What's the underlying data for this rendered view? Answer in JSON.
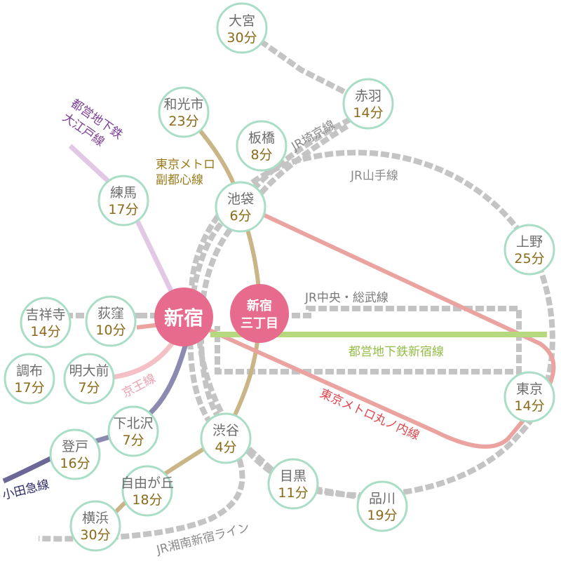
{
  "colors": {
    "jr": "#c4c4c4",
    "marunouchi": "#eba3a0",
    "shinjuku_line": "#b6d97f",
    "fukutoshin": "#c9b585",
    "oedo": "#e2c8e4",
    "odakyu": "#8c8ab0",
    "keio": "#f4c0c8",
    "hub": "#e66b8c",
    "station_ring": "#a9ddc6"
  },
  "hubs": {
    "shinjuku": "新宿",
    "shinjuku_sanchome_1": "新宿",
    "shinjuku_sanchome_2": "三丁目"
  },
  "stations": {
    "omiya": {
      "name": "大宮",
      "time": "30分"
    },
    "akabane": {
      "name": "赤羽",
      "time": "14分"
    },
    "wakoshi": {
      "name": "和光市",
      "time": "23分"
    },
    "itabashi": {
      "name": "板橋",
      "time": "8分"
    },
    "nerima": {
      "name": "練馬",
      "time": "17分"
    },
    "ikebukuro": {
      "name": "池袋",
      "time": "6分"
    },
    "ueno": {
      "name": "上野",
      "time": "25分"
    },
    "kichijoji": {
      "name": "吉祥寺",
      "time": "14分"
    },
    "ogikubo": {
      "name": "荻窪",
      "time": "10分"
    },
    "chofu": {
      "name": "調布",
      "time": "17分"
    },
    "meidaimae": {
      "name": "明大前",
      "time": "7分"
    },
    "tokyo": {
      "name": "東京",
      "time": "14分"
    },
    "shimokitazawa": {
      "name": "下北沢",
      "time": "7分"
    },
    "shibuya": {
      "name": "渋谷",
      "time": "4分"
    },
    "noborito": {
      "name": "登戸",
      "time": "16分"
    },
    "meguro": {
      "name": "目黒",
      "time": "11分"
    },
    "jiyugaoka": {
      "name": "自由が丘",
      "time": "18分"
    },
    "shinagawa": {
      "name": "品川",
      "time": "19分"
    },
    "yokohama": {
      "name": "横浜",
      "time": "30分"
    }
  },
  "lines": {
    "saikyo": "JR埼京線",
    "yamanote": "JR山手線",
    "chuo_sobu": "JR中央・総武線",
    "shinjuku": "都営地下鉄新宿線",
    "marunouchi": "東京メトロ丸ノ内線",
    "shonan": "JR湘南新宿ライン",
    "keio": "京王線",
    "odakyu": "小田急線",
    "fukutoshin_1": "東京メトロ",
    "fukutoshin_2": "副都心線",
    "oedo_1": "都営地下鉄",
    "oedo_2": "大江戸線"
  }
}
